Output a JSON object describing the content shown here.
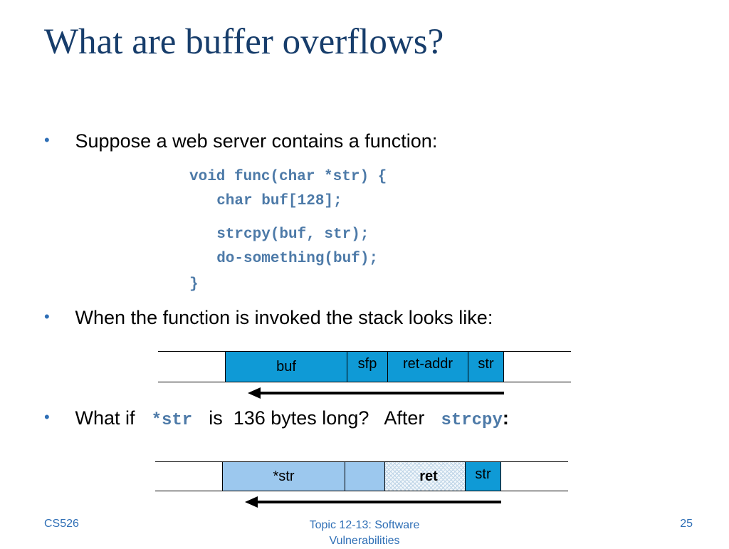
{
  "slide": {
    "title": "What are buffer overflows?",
    "bullets": [
      "Suppose a web server contains a function:",
      "When the function is invoked the stack looks like:"
    ],
    "code_lines": [
      "void func(char *str) {",
      "  char buf[128];",
      "  strcpy(buf, str);",
      "  do-something(buf);",
      "}"
    ],
    "question": {
      "prefix": "What if",
      "code1": "*str",
      "middle": "is  136 bytes long?   After",
      "code2": "strcpy",
      "suffix": ":"
    },
    "stack1": {
      "cells": [
        "buf",
        "sfp",
        "ret-addr",
        "str"
      ]
    },
    "stack2": {
      "cells": [
        "*str",
        "",
        "ret",
        "str"
      ]
    },
    "colors": {
      "title": "#173d6b",
      "bullet": "#2f6fb6",
      "code": "#4d7aa8",
      "stack1_fill": "#0f9ad6",
      "stack2_fill": "#9cc8ee"
    }
  },
  "footer": {
    "left": "CS526",
    "center_line1": "Topic 12-13: Software",
    "center_line2": "Vulnerabilities",
    "page": "25"
  }
}
